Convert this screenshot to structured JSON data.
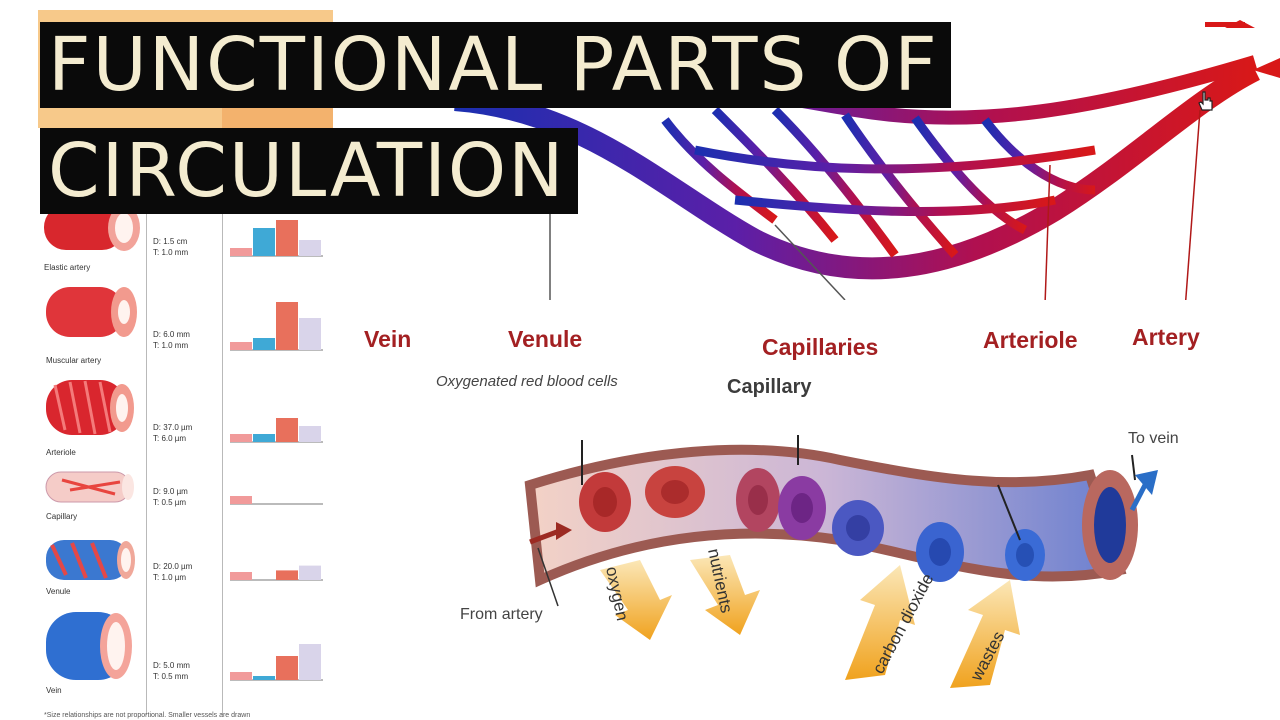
{
  "title": {
    "line1": "FUNCTIONAL PARTS OF",
    "line2": "CIRCULATION"
  },
  "diagram_labels": {
    "vein": "Vein",
    "venule": "Venule",
    "capillaries": "Capillaries",
    "arteriole": "Arteriole",
    "artery": "Artery"
  },
  "capillary_detail": {
    "title": "Capillary",
    "oxygenated_label": "Oxygenated red blood cells",
    "from_artery": "From artery",
    "to_vein": "To vein",
    "exchange_arrows": [
      "oxygen",
      "nutrients",
      "carbon dioxide",
      "wastes"
    ]
  },
  "vessel_table": {
    "rows": [
      {
        "name": "Elastic artery",
        "dims": "D: 1.5 cm\nT: 1.0 mm",
        "bars": [
          0.1,
          0.35,
          0.45,
          0.2
        ]
      },
      {
        "name": "Muscular artery",
        "dims": "D: 6.0 mm\nT: 1.0 mm",
        "bars": [
          0.1,
          0.15,
          0.6,
          0.4
        ]
      },
      {
        "name": "Arteriole",
        "dims": "D: 37.0 µm\nT: 6.0 µm",
        "bars": [
          0.1,
          0.1,
          0.3,
          0.2
        ]
      },
      {
        "name": "Capillary",
        "dims": "D: 9.0 µm\nT: 0.5 µm",
        "bars": [
          0.1,
          0,
          0,
          0
        ]
      },
      {
        "name": "Venule",
        "dims": "D: 20.0 µm\nT: 1.0 µm",
        "bars": [
          0.1,
          0,
          0.12,
          0.18
        ]
      },
      {
        "name": "Vein",
        "dims": "D: 5.0 mm\nT: 0.5 mm",
        "bars": [
          0.1,
          0.05,
          0.3,
          0.45
        ]
      }
    ],
    "footnote": "*Size relationships are not proportional. Smaller vessels are drawn",
    "colors": {
      "endothelium": "#f19a9a",
      "elastic": "#3fa9d6",
      "smooth_muscle": "#e8705c",
      "connective": "#d9d4ea"
    }
  }
}
